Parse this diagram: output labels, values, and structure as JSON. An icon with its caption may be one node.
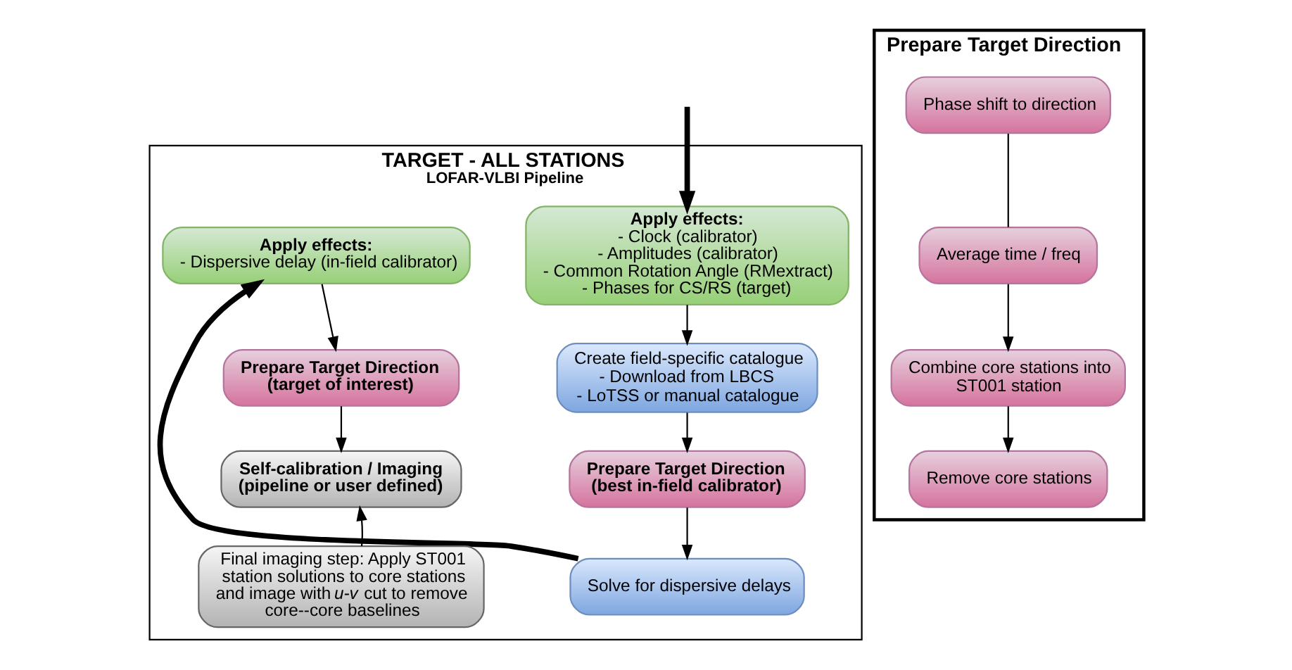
{
  "diagram": {
    "nodes": [
      {
        "text": [
          "TARGET - ALL STATIONS",
          "LOFAR-VLBI Pipeline"
        ]
      },
      {
        "text": [
          "Apply effects:",
          "- Clock (calibrator)",
          "- Amplitudes (calibrator)",
          "- Common Rotation Angle (RMextract)",
          "- Phases for CS/RS (target)"
        ],
        "in": 0
      },
      {
        "text": [
          "Create field-specific catalogue",
          "- Download from LBCS",
          "- LoTSS or manual catalogue"
        ],
        "in": 0
      },
      {
        "text": [
          "Prepare Target Direction",
          "(best in-field calibrator)"
        ],
        "in": 0
      },
      {
        "text": [
          "Solve for dispersive delays"
        ],
        "in": 0
      },
      {
        "text": [
          "Apply effects:",
          "- Dispersive delay (in-field calibrator)"
        ],
        "in": 0
      },
      {
        "text": [
          "Prepare Target Direction",
          "(target of interest)"
        ],
        "in": 0
      },
      {
        "text": [
          "Self-calibration / Imaging",
          "(pipeline or user defined)"
        ],
        "in": 0
      },
      {
        "text": [
          "Final imaging step: Apply ST001 station solutions to core stations and image with *u-v* cut to remove core--core baselines"
        ],
        "in": 0
      },
      {
        "text": [
          "Prepare Target Direction"
        ]
      },
      {
        "text": [
          "Phase shift to direction"
        ],
        "in": 9
      },
      {
        "text": [
          "Average time / freq"
        ],
        "in": 9
      },
      {
        "text": [
          "Combine core stations into ST001 station"
        ],
        "in": 9
      },
      {
        "text": [
          "Remove core stations"
        ],
        "in": 9
      }
    ],
    "edges": [
      {
        "from": null,
        "to": 1,
        "arrow": "to",
        "style": "thick"
      },
      {
        "from": 1,
        "to": 2,
        "arrow": "to"
      },
      {
        "from": 2,
        "to": 3,
        "arrow": "to"
      },
      {
        "from": 3,
        "to": 4,
        "arrow": "to"
      },
      {
        "from": 4,
        "to": 5,
        "arrow": "to",
        "style": "thick"
      },
      {
        "from": 5,
        "to": 6,
        "arrow": "to"
      },
      {
        "from": 6,
        "to": 7,
        "arrow": "to"
      },
      {
        "from": 8,
        "to": 7,
        "arrow": "to"
      },
      {
        "from": 10,
        "to": 11,
        "arrow": "none"
      },
      {
        "from": 11,
        "to": 12,
        "arrow": "to"
      },
      {
        "from": 12,
        "to": 13,
        "arrow": "to"
      }
    ]
  }
}
